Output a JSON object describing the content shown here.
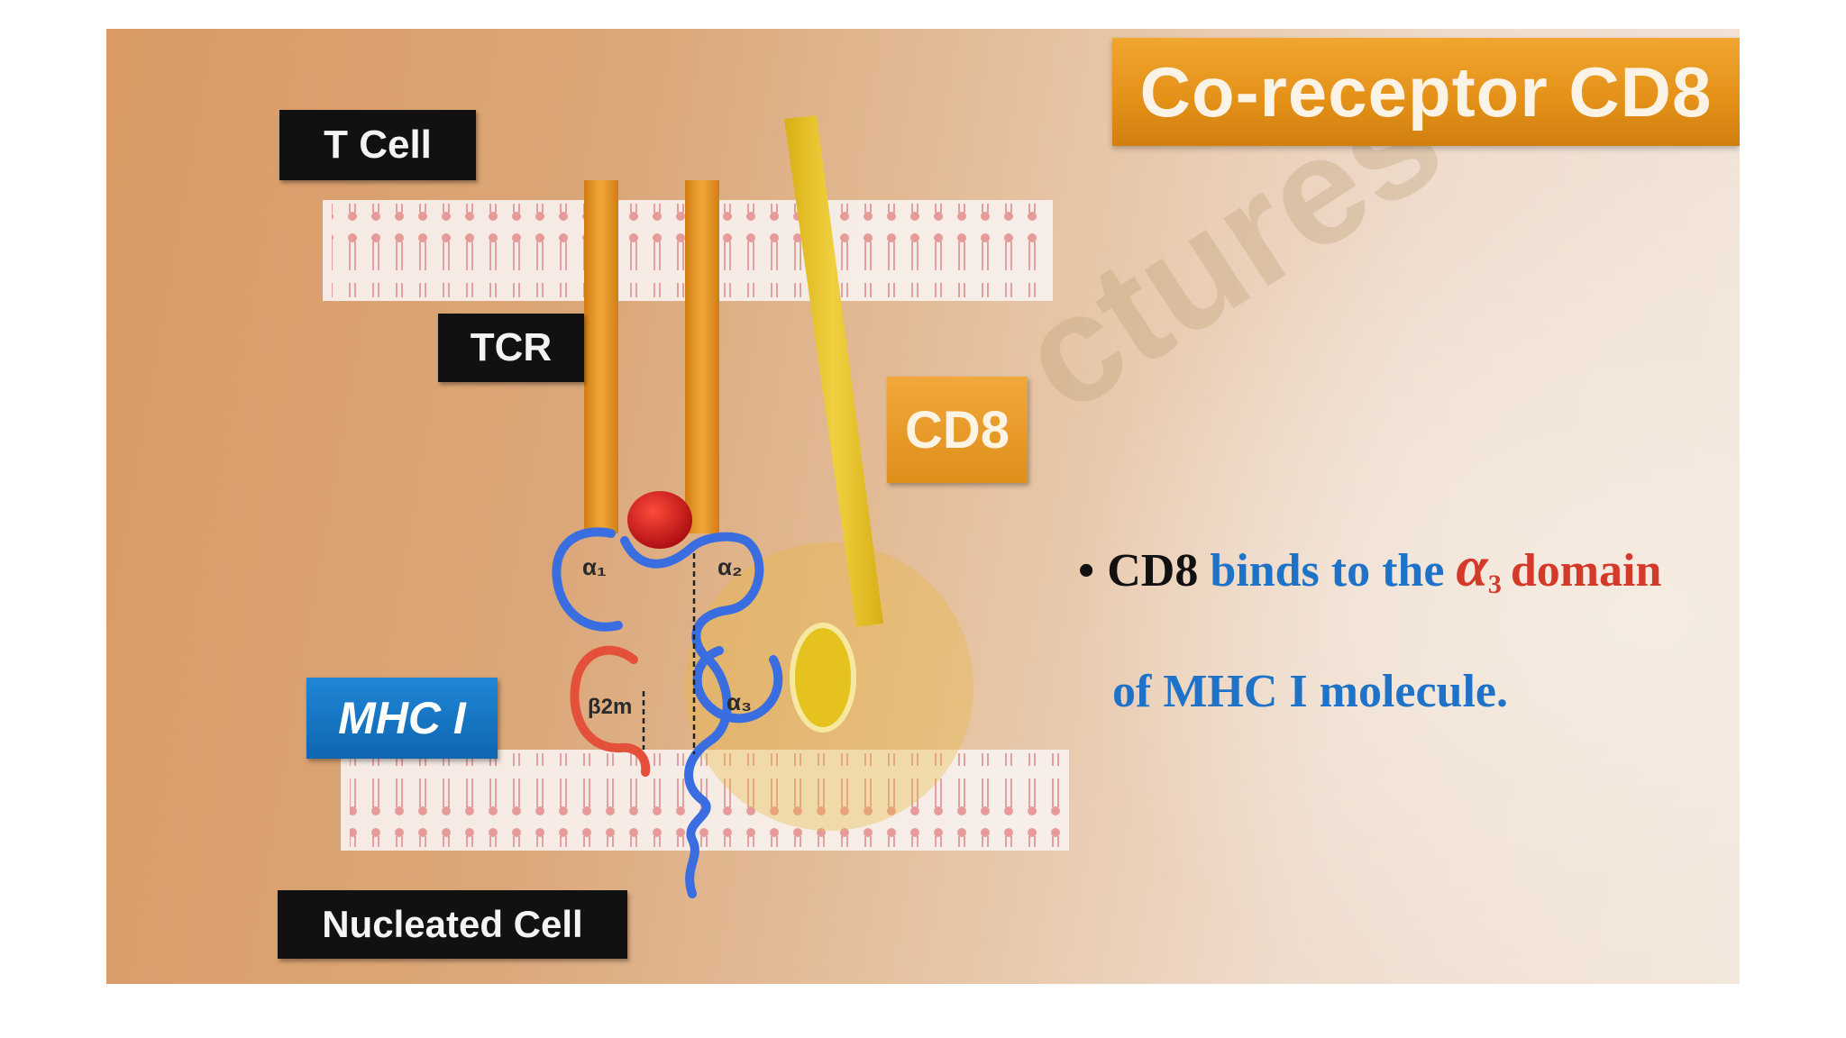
{
  "slide": {
    "title": "Co-receptor CD8",
    "watermark": "ctures"
  },
  "labels": {
    "t_cell": "T Cell",
    "tcr": "TCR",
    "cd8": "CD8",
    "mhc": "MHC I",
    "nucleated_cell": "Nucleated Cell"
  },
  "domains": {
    "alpha1": "α₁",
    "alpha2": "α₂",
    "alpha3": "α₃",
    "beta2m": "β2m"
  },
  "bullet": {
    "subject": "CD8",
    "verb_phrase": "binds to the",
    "alpha_symbol": "α",
    "alpha_sub": "3",
    "domain_word": "domain",
    "line2": "of MHC I molecule."
  },
  "colors": {
    "background_warm": "#d99a63",
    "title_orange": "#e39017",
    "tcr_orange": "#e8961e",
    "cd8_yellow": "#e6c21e",
    "mhc_blue": "#2f6fd8",
    "beta2m_red": "#e4503a",
    "peptide_red": "#c8141a",
    "membrane_pink": "#e8a6a6"
  }
}
